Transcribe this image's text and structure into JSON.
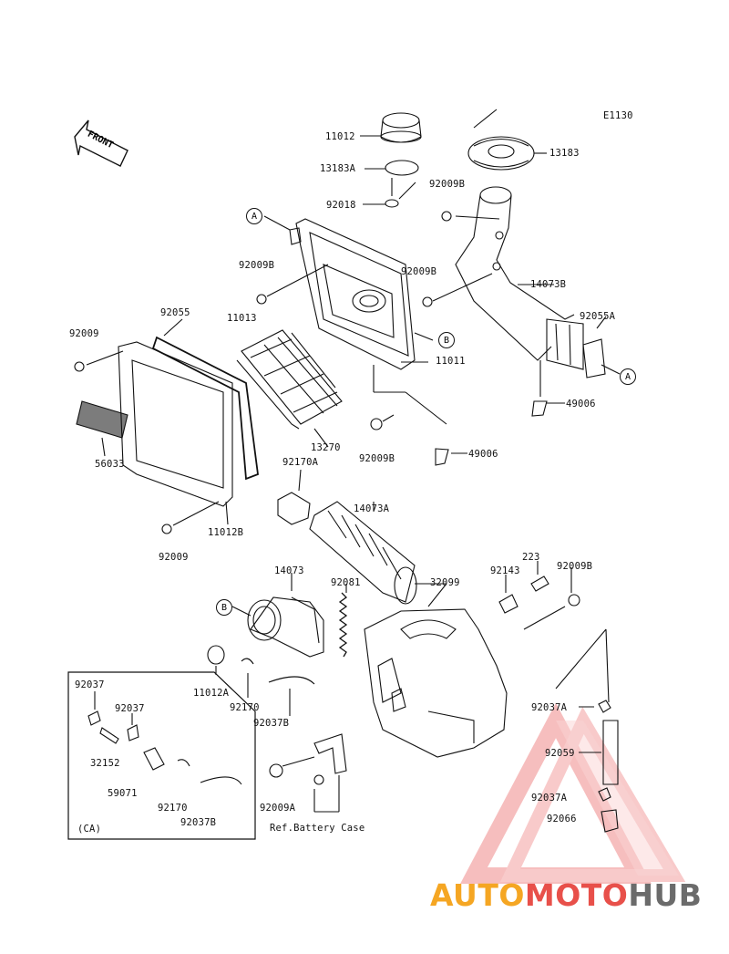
{
  "diagram_id": "E1130",
  "front_label": "FRONT",
  "callouts": {
    "a1": "A",
    "a2": "A",
    "b1": "B",
    "b2": "B"
  },
  "parts": {
    "p11012": "11012",
    "p13183A": "13183A",
    "p92018": "92018",
    "p13183": "13183",
    "p92009B_1": "92009B",
    "p92009B_2": "92009B",
    "p92009B_3": "92009B",
    "p92009B_4": "92009B",
    "p92009B_5": "92009B",
    "p14073B": "14073B",
    "p92055A": "92055A",
    "p11013": "11013",
    "p92055": "92055",
    "p92009_1": "92009",
    "p92009_2": "92009",
    "p11011": "11011",
    "p49006_1": "49006",
    "p49006_2": "49006",
    "p13270": "13270",
    "p56033": "56033",
    "p11012B": "11012B",
    "p92170A": "92170A",
    "p14073A": "14073A",
    "p14073": "14073",
    "p92081": "92081",
    "p32099": "32099",
    "p92143": "92143",
    "p223": "223",
    "p11012A": "11012A",
    "p92170_1": "92170",
    "p92037B_1": "92037B",
    "p92037A_1": "92037A",
    "p92059": "92059",
    "p92037A_2": "92037A",
    "p92066": "92066",
    "p92009A": "92009A",
    "ref_battery": "Ref.Battery Case",
    "p92037_1": "92037",
    "p92037_2": "92037",
    "p32152": "32152",
    "p59071": "59071",
    "p92170_2": "92170",
    "p92037B_2": "92037B",
    "ca": "(CA)"
  },
  "watermark": {
    "part1": "AUTO",
    "part2": "MOTO",
    "part3": "HUB",
    "color1": "#f5a623",
    "color2": "#e8504a",
    "color3": "#6b6b6b"
  }
}
